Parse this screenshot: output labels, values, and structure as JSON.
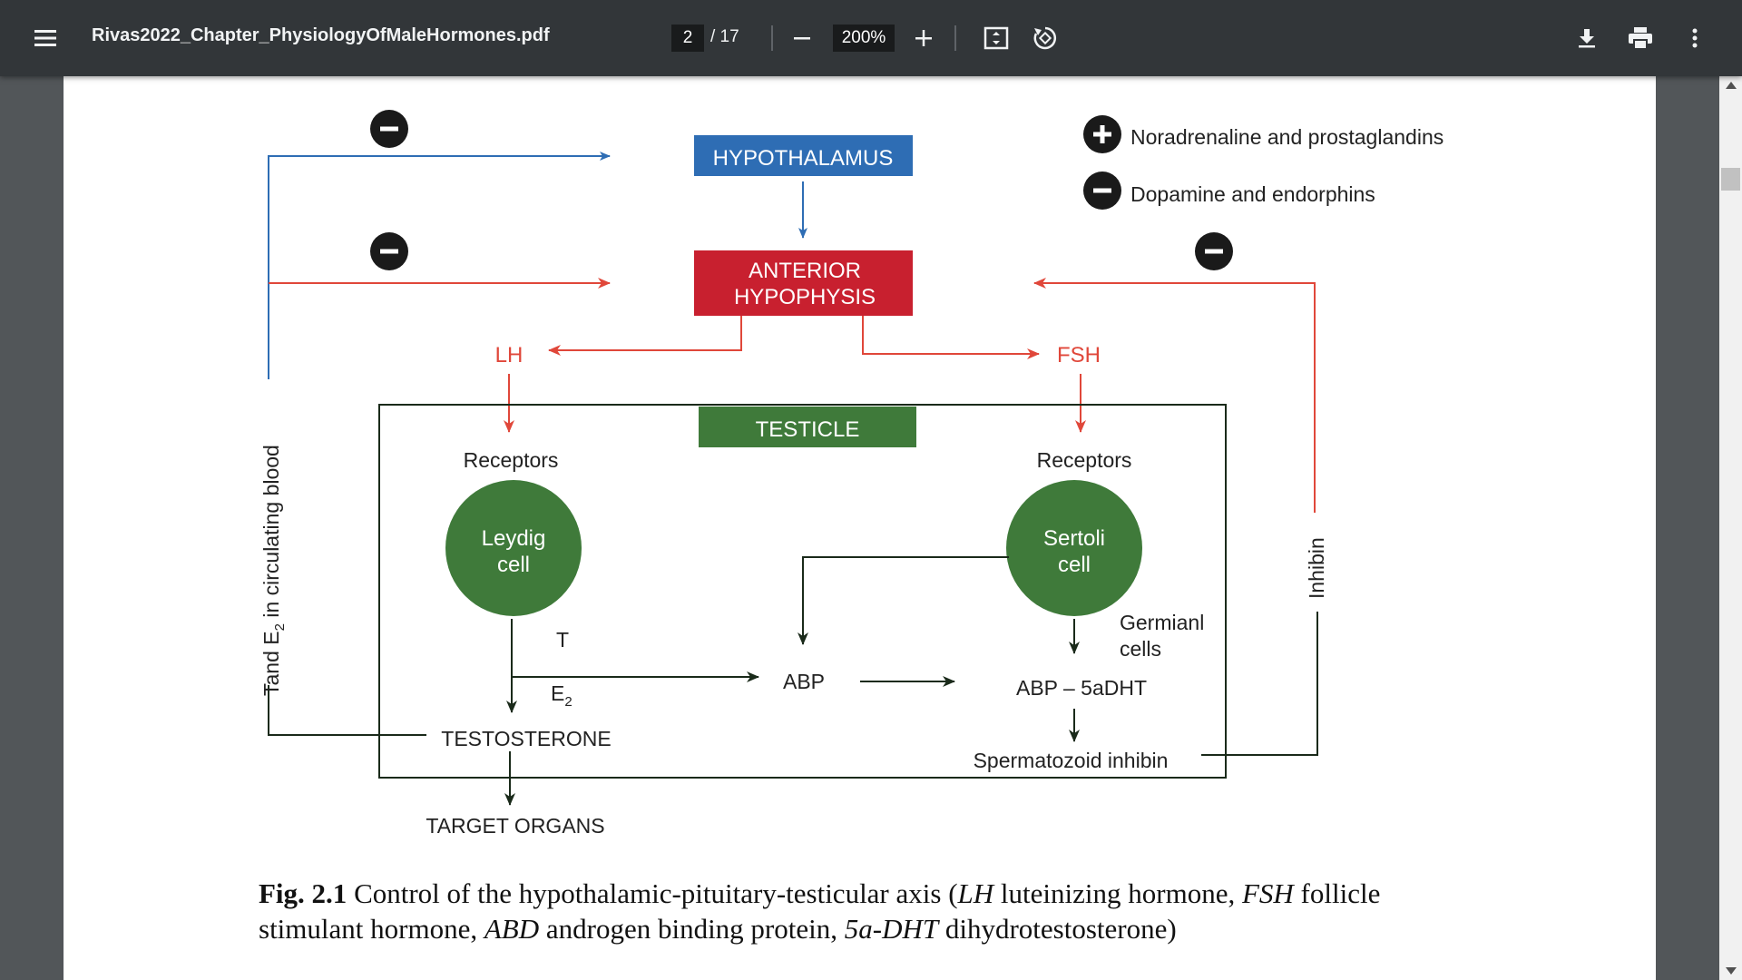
{
  "toolbar": {
    "title": "Rivas2022_Chapter_PhysiologyOfMaleHormones.pdf",
    "page_current": "2",
    "page_total": "/ 17",
    "zoom": "200%",
    "icons": [
      "menu-icon",
      "zoom-out-icon",
      "zoom-in-icon",
      "fit-page-icon",
      "rotate-icon",
      "download-icon",
      "print-icon",
      "more-vert-icon"
    ]
  },
  "diagram": {
    "hypothalamus": "HYPOTHALAMUS",
    "anterior_line1": "ANTERIOR",
    "anterior_line2": "HYPOPHYSIS",
    "lh": "LH",
    "fsh": "FSH",
    "testicle": "TESTICLE",
    "receptors_left": "Receptors",
    "receptors_right": "Receptors",
    "leydig_line1": "Leydig",
    "leydig_line2": "cell",
    "sertoli_line1": "Sertoli",
    "sertoli_line2": "cell",
    "t_label": "T",
    "e2_label": "E",
    "e2_sub": "2",
    "abp": "ABP",
    "abp_5adht": "ABP – 5aDHT",
    "germinal_line1": "Germianl",
    "germinal_line2": "cells",
    "testosterone": "TESTOSTERONE",
    "spermatozoid": "Spermatozoid inhibin",
    "target_organs": "TARGET ORGANS",
    "left_vertical_pre": "Tand E",
    "left_vertical_sub": "2",
    "left_vertical_post": " in circulating blood",
    "inhibin": "Inhibin",
    "legend_plus": "Noradrenaline and prostaglandins",
    "legend_minus": "Dopamine and endorphins",
    "colors": {
      "blue": "#2e6db4",
      "red": "#c8202f",
      "green": "#3f7a3a",
      "arrow_red": "#e0473a",
      "dark": "#1a1a1a"
    }
  },
  "caption": {
    "fig": "Fig. 2.1",
    "text_a": "  Control of the hypothalamic-pituitary-testicular axis (",
    "lh_i": "LH",
    "text_b": " luteinizing hormone, ",
    "fsh_i": "FSH",
    "text_c": " fol­licle stimulant hormone, ",
    "abd_i": "ABD",
    "text_d": " androgen binding protein, ",
    "dht_i": "5a-DHT",
    "text_e": " dihydrotestosterone)"
  }
}
